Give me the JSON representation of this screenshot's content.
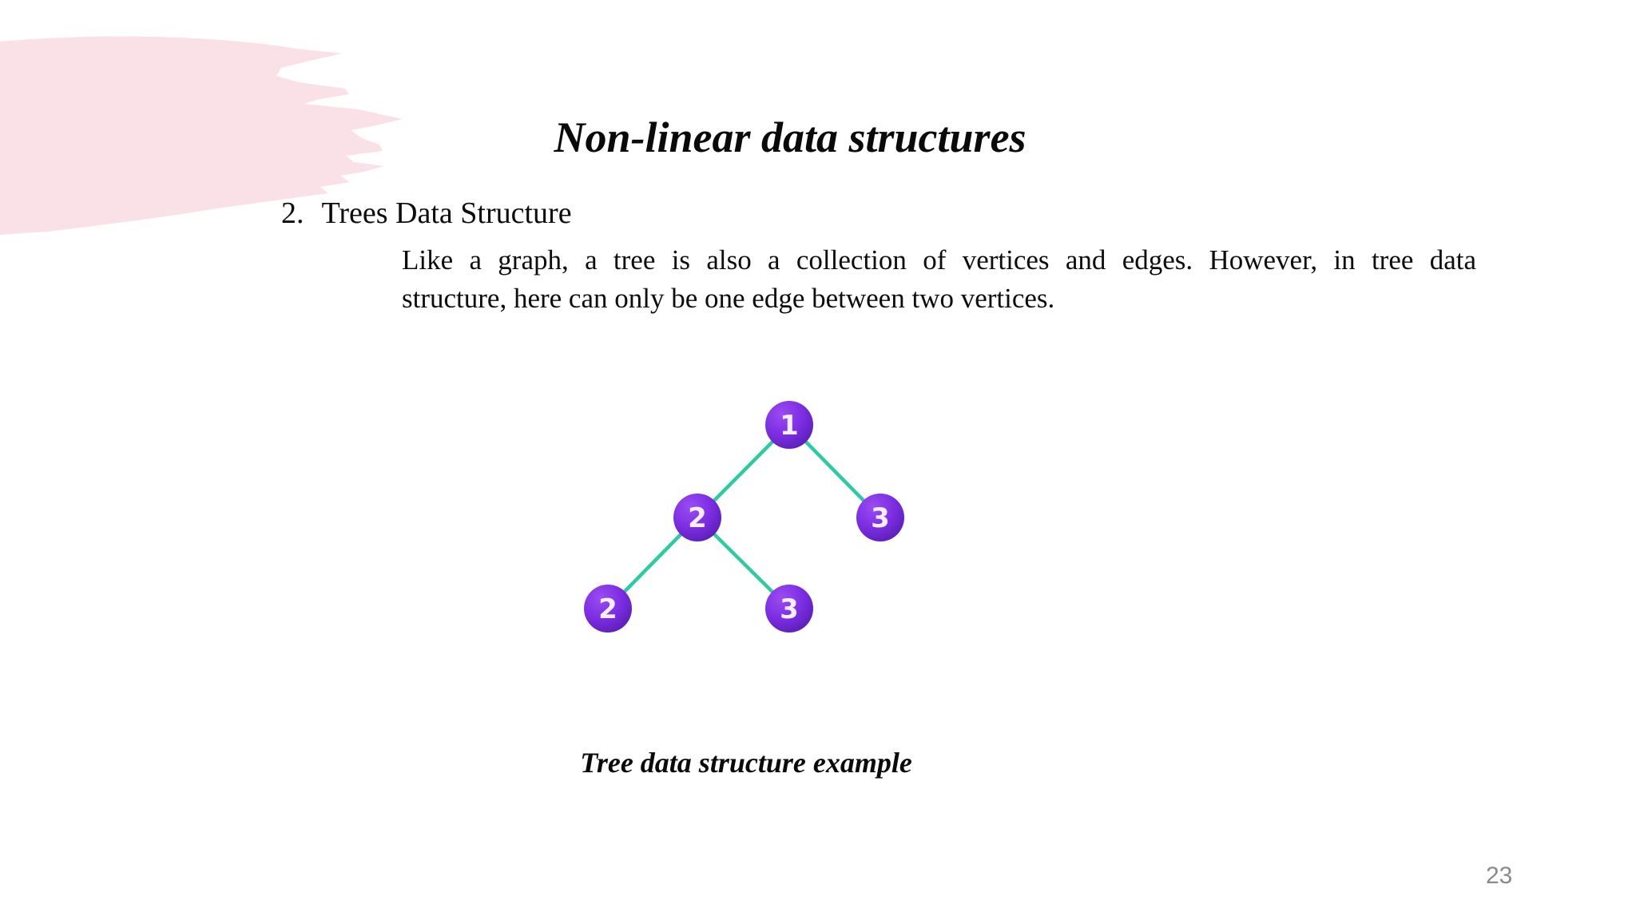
{
  "slide": {
    "title": "Non-linear data structures",
    "section": {
      "number": "2.",
      "heading": "Trees Data Structure"
    },
    "paragraph": {
      "line1": "Like a graph, a tree is also a collection of vertices and edges. However, in tree data",
      "line2": "structure, here can only be one edge between two vertices."
    },
    "caption": "Tree data structure example",
    "page_number": "23"
  },
  "tree": {
    "nodes": [
      {
        "label": "1"
      },
      {
        "label": "2"
      },
      {
        "label": "3"
      },
      {
        "label": "2"
      },
      {
        "label": "3"
      }
    ],
    "edges": [
      [
        0,
        1
      ],
      [
        0,
        2
      ],
      [
        1,
        3
      ],
      [
        1,
        4
      ]
    ],
    "edge_color": "#2fc9a3",
    "node_gradient": [
      "#9b4cf2",
      "#7c2de2",
      "#5a1eb4"
    ],
    "label_color": "#f7eefb"
  },
  "decor": {
    "brush_color": "#fae1e8"
  }
}
